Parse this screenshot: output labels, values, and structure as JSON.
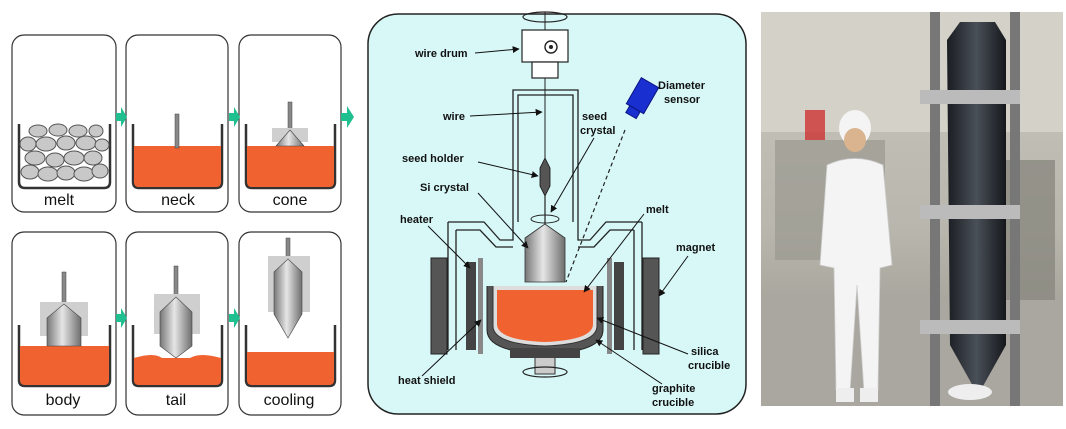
{
  "process_stages": [
    {
      "id": "melt",
      "label": "melt"
    },
    {
      "id": "neck",
      "label": "neck"
    },
    {
      "id": "cone",
      "label": "cone"
    },
    {
      "id": "body",
      "label": "body"
    },
    {
      "id": "tail",
      "label": "tail"
    },
    {
      "id": "cooling",
      "label": "cooling"
    }
  ],
  "apparatus_labels": {
    "wire_drum": "wire drum",
    "diameter_sensor_1": "Diameter",
    "diameter_sensor_2": "sensor",
    "wire": "wire",
    "seed_crystal_1": "seed",
    "seed_crystal_2": "crystal",
    "seed_holder": "seed holder",
    "si_crystal": "Si crystal",
    "heater": "heater",
    "melt": "melt",
    "magnet": "magnet",
    "silica_crucible_1": "silica",
    "silica_crucible_2": "crucible",
    "heat_shield": "heat shield",
    "graphite_crucible_1": "graphite",
    "graphite_crucible_2": "crucible"
  },
  "colors": {
    "melt": "#f0622f",
    "panel_bg": "#d8f8f8",
    "arrow": "#1fbf8f",
    "sensor": "#1a2fd0",
    "crystal": "#a8a8a8"
  }
}
